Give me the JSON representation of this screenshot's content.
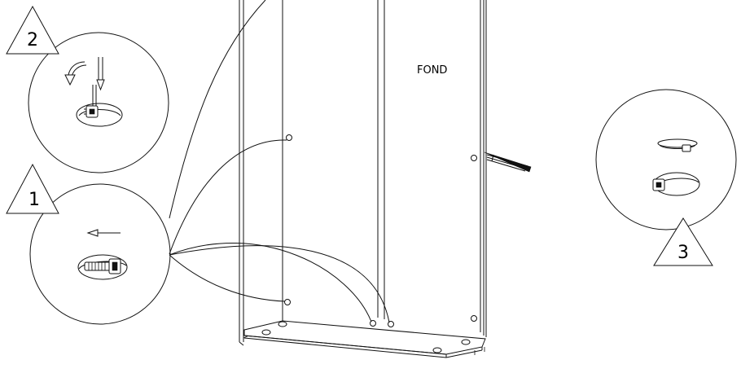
{
  "panel": {
    "label": "FOND"
  },
  "steps": [
    {
      "number": "1"
    },
    {
      "number": "2"
    },
    {
      "number": "3"
    }
  ],
  "colors": {
    "line": "#111111",
    "background": "#ffffff"
  }
}
